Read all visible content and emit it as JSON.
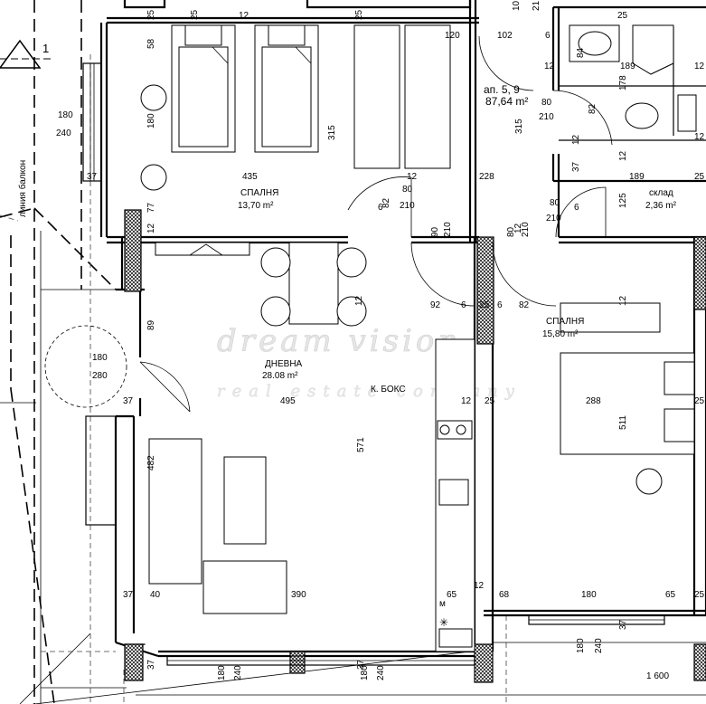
{
  "apartment": {
    "label": "ап. 5, 9",
    "area": "87,64 m²"
  },
  "rooms": {
    "bedroom1": {
      "name": "СПАЛНЯ",
      "area": "13,70 m²"
    },
    "living": {
      "name": "ДНЕВНА",
      "area": "28.08 m²"
    },
    "bedroom2": {
      "name": "СПАЛНЯ",
      "area": "15,80 m²"
    },
    "storage": {
      "name": "склад",
      "area": "2,36 m²"
    },
    "kitchen": {
      "name": "К. БОКС"
    }
  },
  "annotations": {
    "balcony_line": "линия балкон",
    "section_marker": "1",
    "watermark_1": "dream vision",
    "watermark_2": "real estate company",
    "fridge_mark": "м"
  },
  "dimensions": {
    "d_25a": "25",
    "d_25b": "25",
    "d_12a": "12",
    "d_25c": "25",
    "d_10": "10",
    "d_21": "21",
    "d_25d": "25",
    "d_58": "58",
    "d_120": "120",
    "d_102": "102",
    "d_6a": "6",
    "d_84": "84",
    "d_12b": "12",
    "d_189a": "189",
    "d_178": "178",
    "d_12c": "12",
    "d_180a": "180",
    "d_240a": "240",
    "d_180b": "180",
    "d_315a": "315",
    "d_315b": "315",
    "d_80a": "80",
    "d_210a": "210",
    "d_82a": "82",
    "d_12d": "12",
    "d_12e": "12",
    "d_37a": "37",
    "d_12f": "12",
    "d_189b": "189",
    "d_25e": "25",
    "d_37b": "37",
    "d_435": "435",
    "d_12g": "12",
    "d_228": "228",
    "d_77": "77",
    "d_82b": "82",
    "d_80b": "80",
    "d_210b": "210",
    "d_80c": "80",
    "d_210c": "210",
    "d_125": "125",
    "d_12h": "12",
    "d_6b": "6",
    "d_6c": "6",
    "d_90": "90",
    "d_210d": "210",
    "d_80d": "80",
    "d_210e": "210",
    "d_12i": "12",
    "d_92": "92",
    "d_6d": "6",
    "d_25f": "25",
    "d_6e": "6",
    "d_82c": "82",
    "d_12j": "12",
    "d_12k": "12",
    "d_89": "89",
    "d_180c": "180",
    "d_280": "280",
    "d_37c": "37",
    "d_495": "495",
    "d_12l": "12",
    "d_25g": "25",
    "d_288": "288",
    "d_25h": "25",
    "d_482": "482",
    "d_571": "571",
    "d_511": "511",
    "d_37d": "37",
    "d_40": "40",
    "d_390": "390",
    "d_65a": "65",
    "d_12m": "12",
    "d_68": "68",
    "d_180d": "180",
    "d_65b": "65",
    "d_25i": "25",
    "d_37e": "37",
    "d_180e": "180",
    "d_240b": "240",
    "d_37f": "37",
    "d_37g": "37",
    "d_180f": "180",
    "d_240c": "240",
    "d_180g": "180",
    "d_240d": "240",
    "d_1600": "1 600"
  }
}
